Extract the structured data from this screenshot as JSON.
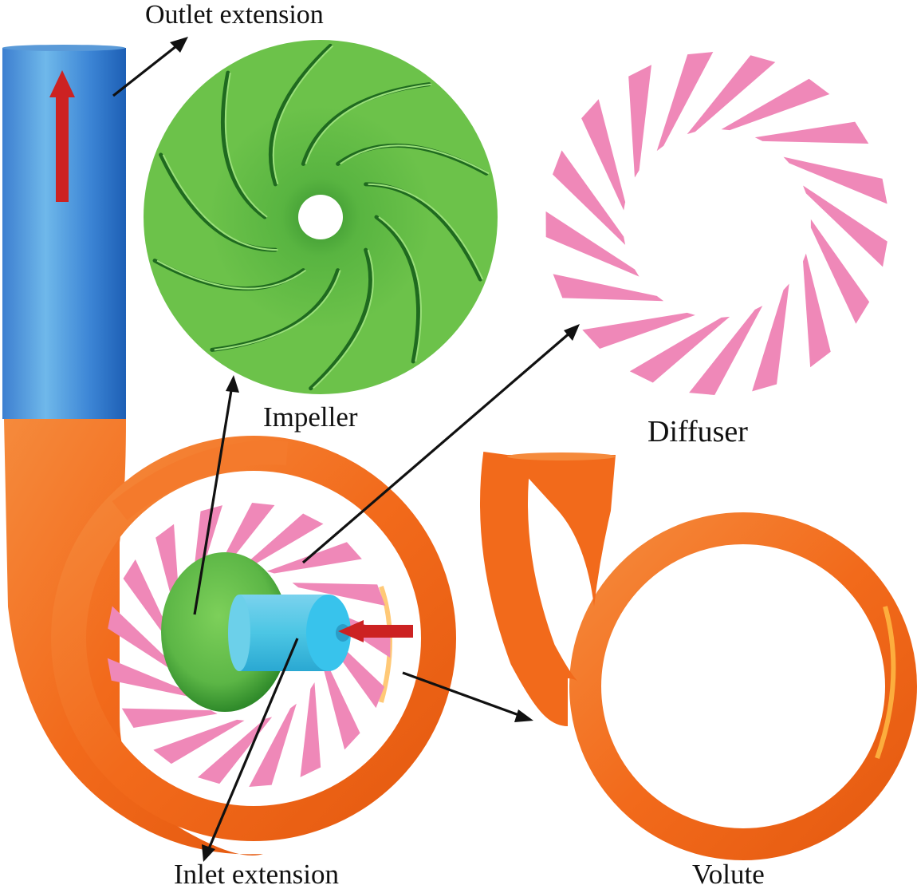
{
  "labels": {
    "outlet_extension": "Outlet extension",
    "impeller": "Impeller",
    "diffuser": "Diffuser",
    "inlet_extension": "Inlet extension",
    "volute": "Volute"
  },
  "components": {
    "impeller": {
      "blade_count": 10,
      "color": "#6cc24a"
    },
    "diffuser": {
      "vane_count": 17,
      "color": "#ef88b8"
    },
    "volute": {
      "color": "#f26a1b"
    },
    "outlet_extension": {
      "color": "#2f7fd0"
    },
    "inlet_extension": {
      "color": "#4cc6e4"
    },
    "flow_arrow": {
      "color": "#cc2222"
    }
  }
}
